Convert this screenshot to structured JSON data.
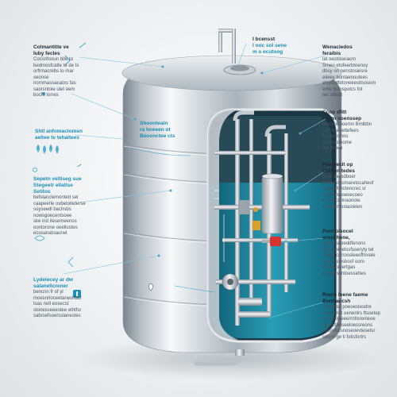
{
  "callouts": {
    "top_left": {
      "title": [
        "Colmantitte ve",
        "luby fecles"
      ],
      "lines": [
        "Cocsnfooun bite to",
        "bedmosfcatte te de ts",
        "orfrmacrebs to mar seonse",
        "nornmassacatos fas",
        "saorsntoie ulet eem",
        "bocfo torres"
      ]
    },
    "mid_left_1": {
      "title": [
        "Shtl anfomaclomen",
        "aeltee tv tehaltees"
      ]
    },
    "mid_left_2": {
      "title": [
        "Sepetn veltiseg sue",
        "Stegeetr ellatlse Setitos"
      ],
      "lines": [
        "befslanclemonted sel",
        "caapeerle ovbetoiteterse",
        "soyseedl bachsbs",
        "nowsgoecentsoee",
        "ske ind itesemeenos",
        "oontorone oeellostes",
        "ecosanatoaunet"
      ]
    },
    "low_left": {
      "title": [
        "Lydelecey ar dw",
        "salanellcrener"
      ],
      "lines": [
        "bencnn fr of yl",
        "moesnrloceetaneshtalr",
        "tsas nell eosecst",
        "stonesceeestee ethtfsr",
        "sabrsefsoersslanestes"
      ]
    },
    "tank_label": {
      "title": [
        "Shoonteain",
        "ra hoeeen ot",
        "Beoonctee cts"
      ]
    },
    "top_center": {
      "title": [
        "I bcensst"
      ],
      "teal": [
        "I ooc sol sene",
        "m s ecutoog"
      ]
    },
    "top_right": {
      "title": [
        "Wenaciedos",
        "feraibis"
      ],
      "lines": [
        "lat oestdoeiacm",
        "Smeo etofeerbtoenoy",
        "dbsy on nenstosiesre",
        "eleiey bontaenoutees",
        "etoyfedfetoneeesttoosom",
        "erbe bsinspotcs fot",
        "rec afbtot"
      ]
    },
    "right_2": {
      "title": [
        "Ccop dfitt",
        "t ham soenssep"
      ],
      "lines": [
        "taeceotrboemn Bmlbbn",
        "Sor oneoettefees",
        "bcnneesnos",
        "ecomsslnome",
        "fee rlreeb"
      ]
    },
    "right_3": {
      "title": [
        "Peemecit op",
        "Bolfien tedes"
      ],
      "lines": [
        "Srao eerodboer",
        "Eoelsasyomaretocaheof",
        "sreitgsfsnctencrec sr",
        "cnatsonaoeoecoeo",
        "ed teocsnnaonote",
        "sotcrtantostaslelen"
      ]
    },
    "right_4": {
      "title": [
        "Poot bisocel",
        "arost hene,"
      ],
      "lines": [
        "aefo hseoeddfenons",
        "Sto ornerelssfsoeryty tet",
        "onerp corroosleeoffmrele",
        "sacd sslesbosf ooro",
        "cerrtiscerertgas",
        "ecrottsssntoessettes"
      ]
    },
    "right_5": {
      "title": [
        "Roete loene faeme",
        "Bonttaccsh"
      ],
      "lines": [
        "Cosnesd poeoestesdre",
        "Coeconst oenenlrs ftsoetep",
        "sonmsisieeerrntlsrenleoe",
        "stsonttenseeloessreons",
        "betsreccsnoseoevtesetsr",
        "sdicrs ge ti fotisfortrs"
      ]
    }
  },
  "colors": {
    "accent": "#1b8fb5",
    "steel_light": "#f4f6f8",
    "steel_mid": "#b9c1c8",
    "steel_dark": "#6f7a84",
    "water": "#1f8ea6",
    "valve_red": "#d8322c"
  }
}
